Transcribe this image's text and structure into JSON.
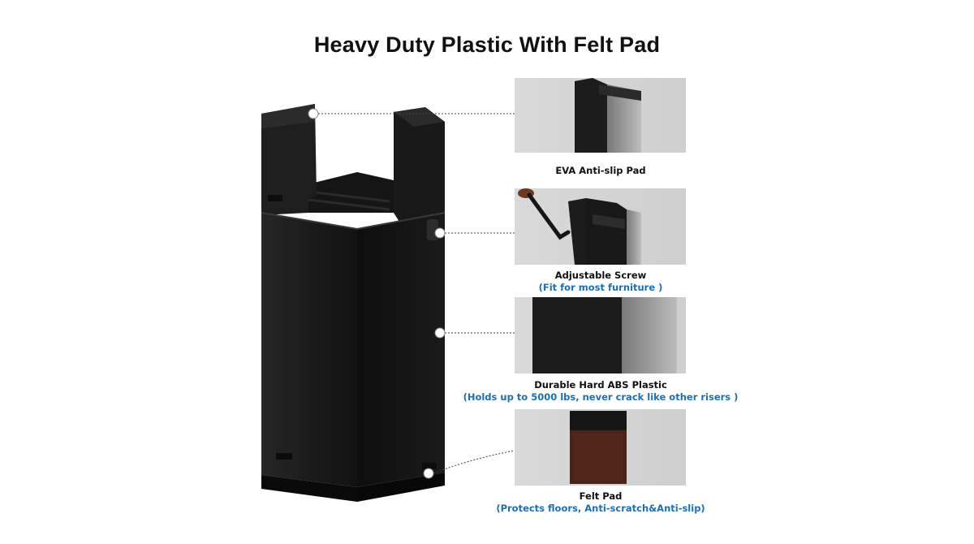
{
  "title": "Heavy Duty Plastic With Felt Pad",
  "features": [
    {
      "label": "EVA Anti-slip Pad",
      "sublabel": ""
    },
    {
      "label": "Adjustable Screw",
      "sublabel": "(Fit for most furniture )"
    },
    {
      "label": "Durable Hard ABS Plastic",
      "sublabel": "(Holds up to 5000 lbs, never crack like other risers )"
    },
    {
      "label": "Felt Pad",
      "sublabel": "(Protects floors, Anti-scratch&Anti-slip)"
    }
  ],
  "colors": {
    "product": "#1c1c1c",
    "panel_bg": "#d7d7d7",
    "felt": "#4a2218",
    "sublabel": "#1f6fae"
  }
}
